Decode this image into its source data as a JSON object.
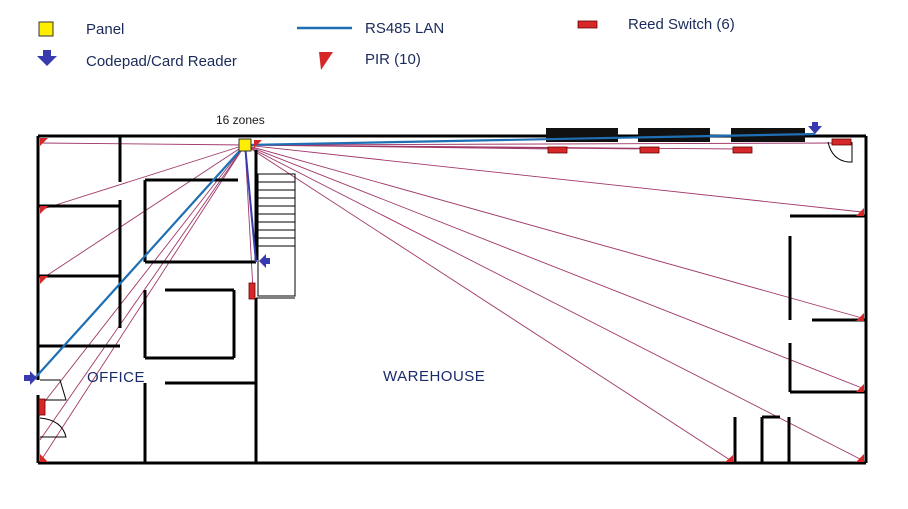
{
  "legend": {
    "panel": "Panel",
    "codepad": "Codepad/Card Reader",
    "rs485": "RS485 LAN",
    "pir": "PIR (10)",
    "reed": "Reed Switch (6)"
  },
  "diagram": {
    "zones_label": "16 zones",
    "office_label": "OFFICE",
    "warehouse_label": "WAREHOUSE"
  },
  "colors": {
    "panel": "#ffee00",
    "lan": "#1f6fb5",
    "wire": "#a0386a",
    "device_red": "#d62828",
    "codepad": "#3a3ab0"
  },
  "icons": {
    "panel": "yellow-square-icon",
    "codepad": "blue-down-arrow-icon",
    "pir": "red-triangle-icon",
    "reed": "red-rectangle-icon"
  }
}
